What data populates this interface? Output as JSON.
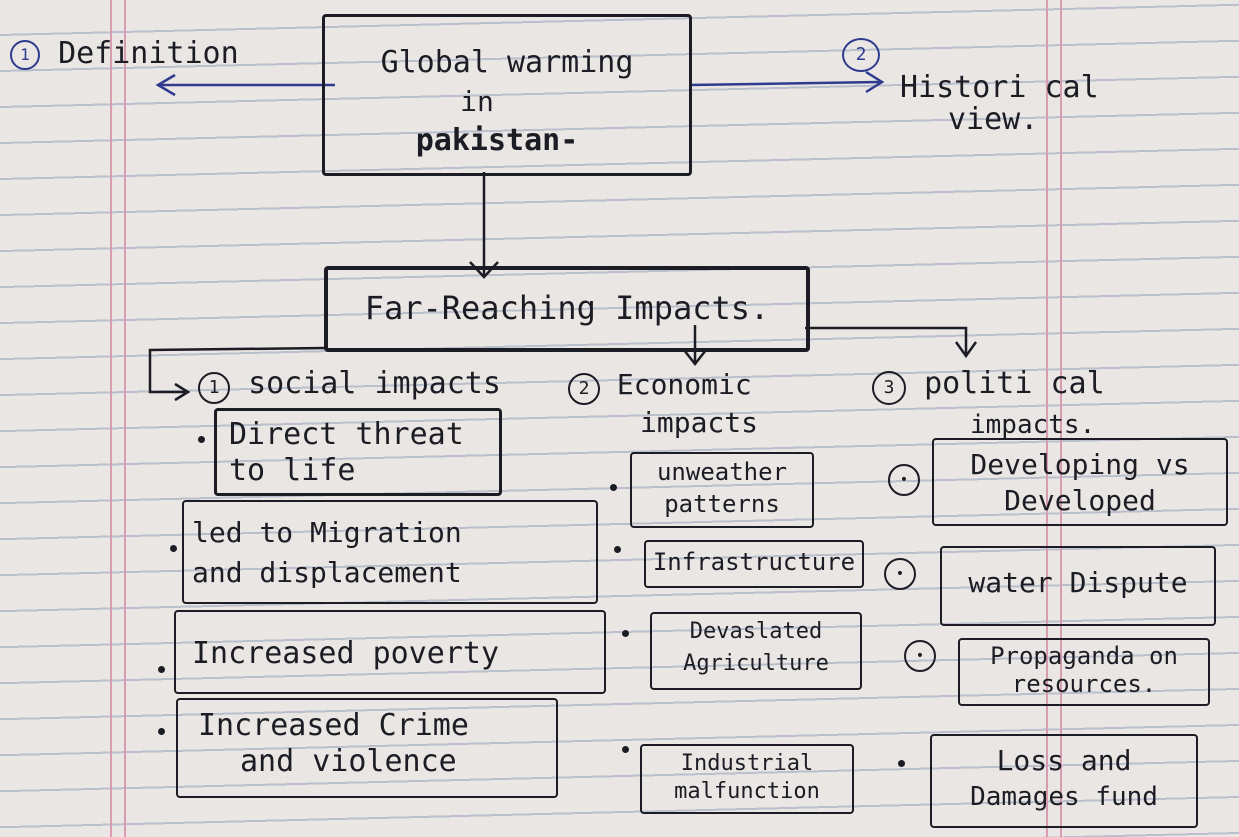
{
  "central_topic": {
    "line1": "Global warming",
    "line2": "in",
    "line3": "pakistan-"
  },
  "left_branch": {
    "number": "1",
    "label": "Definition"
  },
  "right_branch": {
    "number": "2",
    "label_line1": "Histori cal",
    "label_line2": "view."
  },
  "impacts_heading": "Far-Reaching Impacts.",
  "columns": {
    "social": {
      "number": "1",
      "title": "social impacts",
      "items": [
        {
          "line1": "Direct threat",
          "line2": "to life"
        },
        {
          "line1": "led to Migration",
          "line2": "and displacement"
        },
        {
          "line1": "Increased poverty",
          "line2": ""
        },
        {
          "line1": "Increased Crime",
          "line2": "and violence"
        }
      ]
    },
    "economic": {
      "number": "2",
      "title_line1": "Economic",
      "title_line2": "impacts",
      "items": [
        {
          "line1": "unweather",
          "line2": "patterns"
        },
        {
          "line1": "Infrastructure",
          "line2": ""
        },
        {
          "line1": "Devaslated",
          "line2": "Agriculture"
        },
        {
          "line1": "Industrial",
          "line2": "malfunction"
        }
      ]
    },
    "political": {
      "number": "3",
      "title_line1": "politi cal",
      "title_line2": "impacts.",
      "items": [
        {
          "line1": "Developing vs",
          "line2": "Developed"
        },
        {
          "line1": "water Dispute",
          "line2": ""
        },
        {
          "line1": "Propaganda on",
          "line2": "resources."
        },
        {
          "line1": "Loss and",
          "line2": "Damages fund"
        }
      ]
    }
  }
}
